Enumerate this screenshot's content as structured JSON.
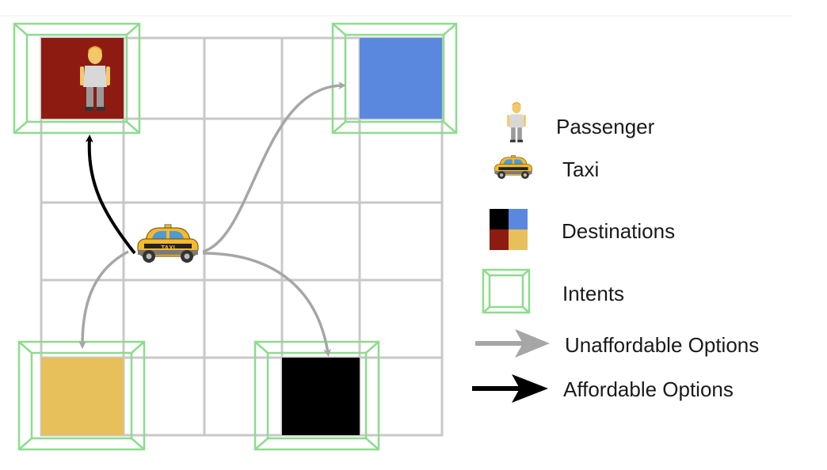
{
  "colors": {
    "grid": "#c8c8c8",
    "intent": "#8ddc8d",
    "dest_red": "#8e1b12",
    "dest_blue": "#5b88df",
    "dest_yellow": "#e7c05c",
    "dest_black": "#000000",
    "arrow_unaffordable": "#a6a6a6",
    "arrow_affordable": "#000000"
  },
  "icons": {
    "passenger": "passenger-icon",
    "taxi": "taxi-icon"
  },
  "legend": {
    "passenger_label": "Passenger",
    "taxi_label": "Taxi",
    "destinations_label": "Destinations",
    "intents_label": "Intents",
    "unaffordable_label": "Unaffordable Options",
    "affordable_label": "Affordable Options"
  },
  "taxi_badge": "TAXI"
}
